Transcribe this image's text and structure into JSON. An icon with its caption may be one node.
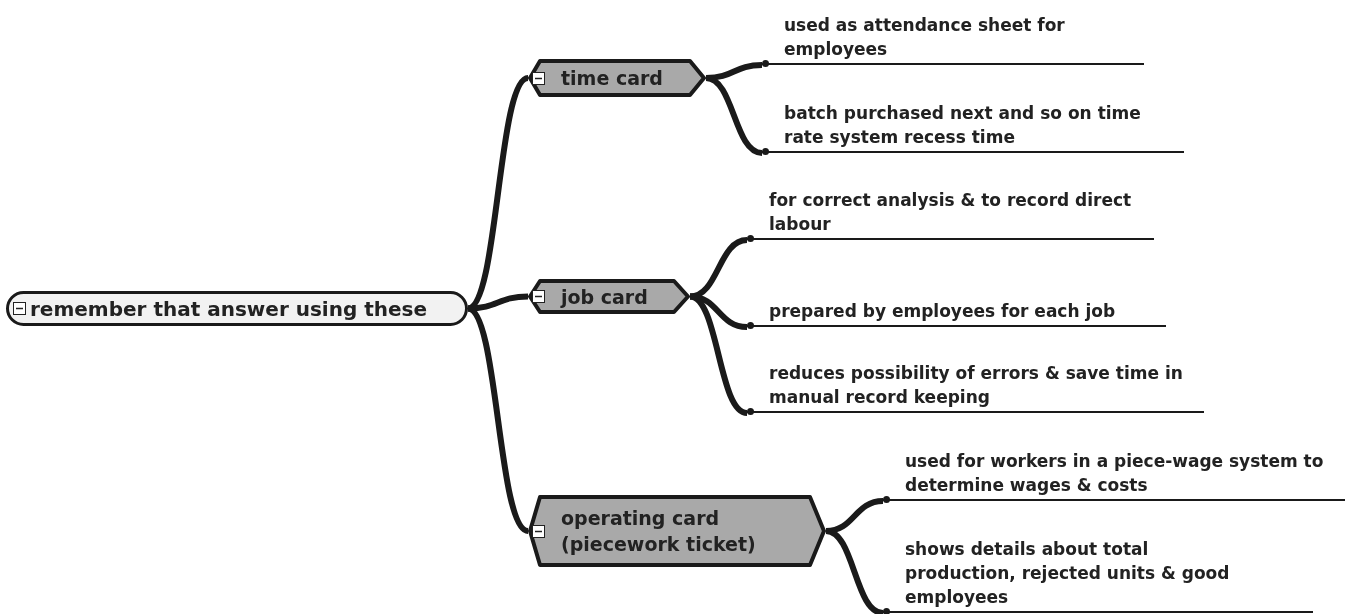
{
  "diagram": {
    "nodes": [
      {
        "text": [
          "remember that answer using these"
        ]
      },
      {
        "text": [
          "time card"
        ]
      },
      {
        "text": [
          "job card"
        ]
      },
      {
        "text": [
          "operating card (piecework ticket)"
        ]
      },
      {
        "text": [
          "used as attendance sheet for employees"
        ]
      },
      {
        "text": [
          "batch purchased next and so on time rate system recess time"
        ]
      },
      {
        "text": [
          "for correct analysis & to record direct labour"
        ]
      },
      {
        "text": [
          "prepared by employees for each job"
        ]
      },
      {
        "text": [
          "reduces possibility of errors & save time in manual record keeping"
        ]
      },
      {
        "text": [
          "used for workers in a piece-wage system to determine wages & costs"
        ]
      },
      {
        "text": [
          "shows details about total production, rejected units & good employees"
        ]
      }
    ],
    "edges": [
      {
        "from": 0,
        "to": 1,
        "arrow": "none"
      },
      {
        "from": 0,
        "to": 2,
        "arrow": "none"
      },
      {
        "from": 0,
        "to": 3,
        "arrow": "none"
      },
      {
        "from": 1,
        "to": 4,
        "arrow": "none"
      },
      {
        "from": 1,
        "to": 5,
        "arrow": "none"
      },
      {
        "from": 2,
        "to": 6,
        "arrow": "none"
      },
      {
        "from": 2,
        "to": 7,
        "arrow": "none"
      },
      {
        "from": 2,
        "to": 8,
        "arrow": "none"
      },
      {
        "from": 3,
        "to": 9,
        "arrow": "none"
      },
      {
        "from": 3,
        "to": 10,
        "arrow": "none"
      }
    ]
  }
}
